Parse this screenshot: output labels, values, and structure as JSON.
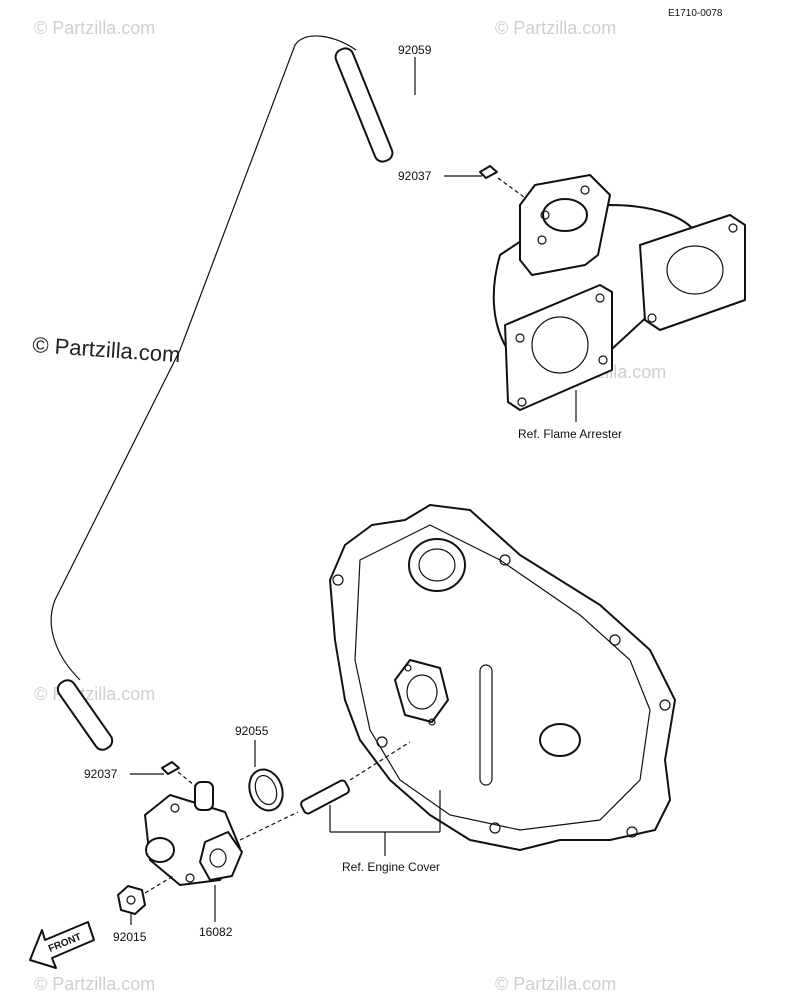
{
  "diagram_code": "E1710-0078",
  "watermarks": {
    "brand": "© Partzilla.com"
  },
  "parts": {
    "hose_upper": "92059",
    "clip_upper": "92037",
    "clip_lower": "92037",
    "oring": "92055",
    "pump": "16082",
    "nut": "92015"
  },
  "refs": {
    "flame_arrester": "Ref. Flame Arrester",
    "engine_cover": "Ref. Engine Cover"
  },
  "front_arrow": "FRONT",
  "colors": {
    "line": "#111111",
    "watermark": "#cfcfcf"
  }
}
